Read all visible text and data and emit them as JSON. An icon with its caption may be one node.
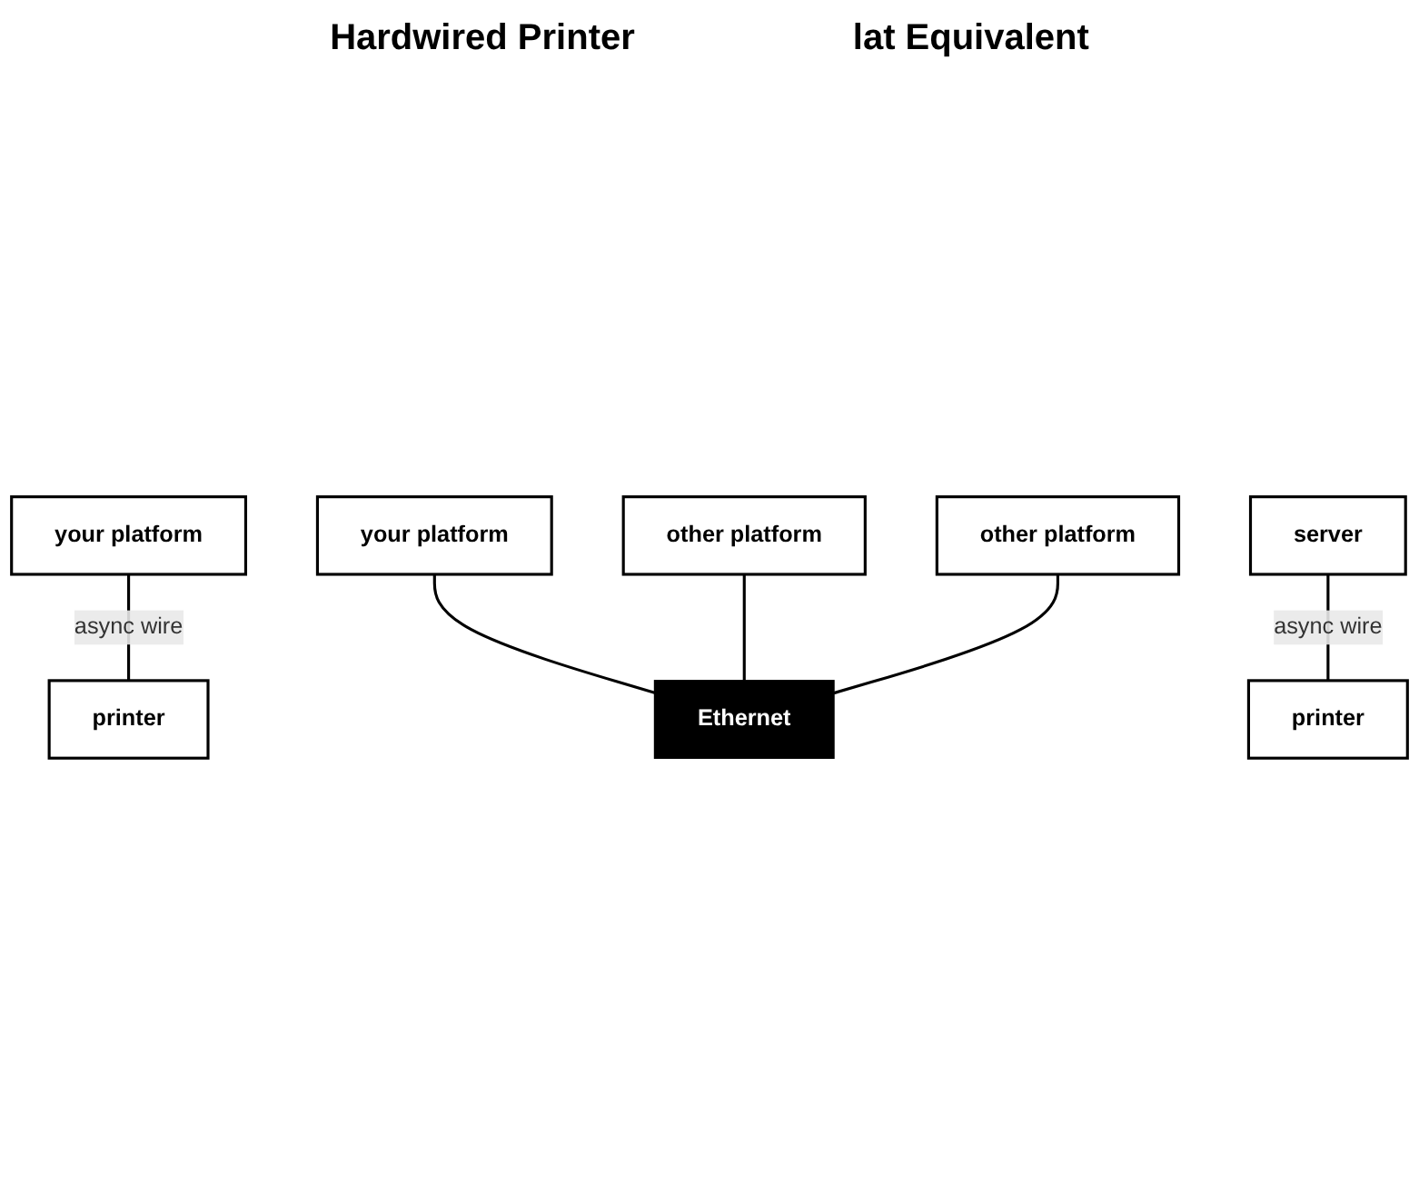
{
  "diagram": {
    "nodes": [
      {
        "text": [
          "your platform"
        ]
      },
      {
        "text": [
          "printer"
        ]
      },
      {
        "text": [
          "your platform"
        ]
      },
      {
        "text": [
          "other platform"
        ]
      },
      {
        "text": [
          "other platform"
        ]
      },
      {
        "text": [
          "Ethernet"
        ]
      },
      {
        "text": [
          "server"
        ]
      },
      {
        "text": [
          "printer"
        ]
      }
    ],
    "edges": [
      {
        "from": 0,
        "to": 1,
        "arrow": "none",
        "label": "async wire"
      },
      {
        "from": 2,
        "to": 5,
        "arrow": "none"
      },
      {
        "from": 3,
        "to": 5,
        "arrow": "none"
      },
      {
        "from": 4,
        "to": 5,
        "arrow": "none"
      },
      {
        "from": 6,
        "to": 7,
        "arrow": "none",
        "label": "async wire"
      }
    ],
    "labels": [
      "Hardwired Printer",
      "lat Equivalent"
    ]
  }
}
